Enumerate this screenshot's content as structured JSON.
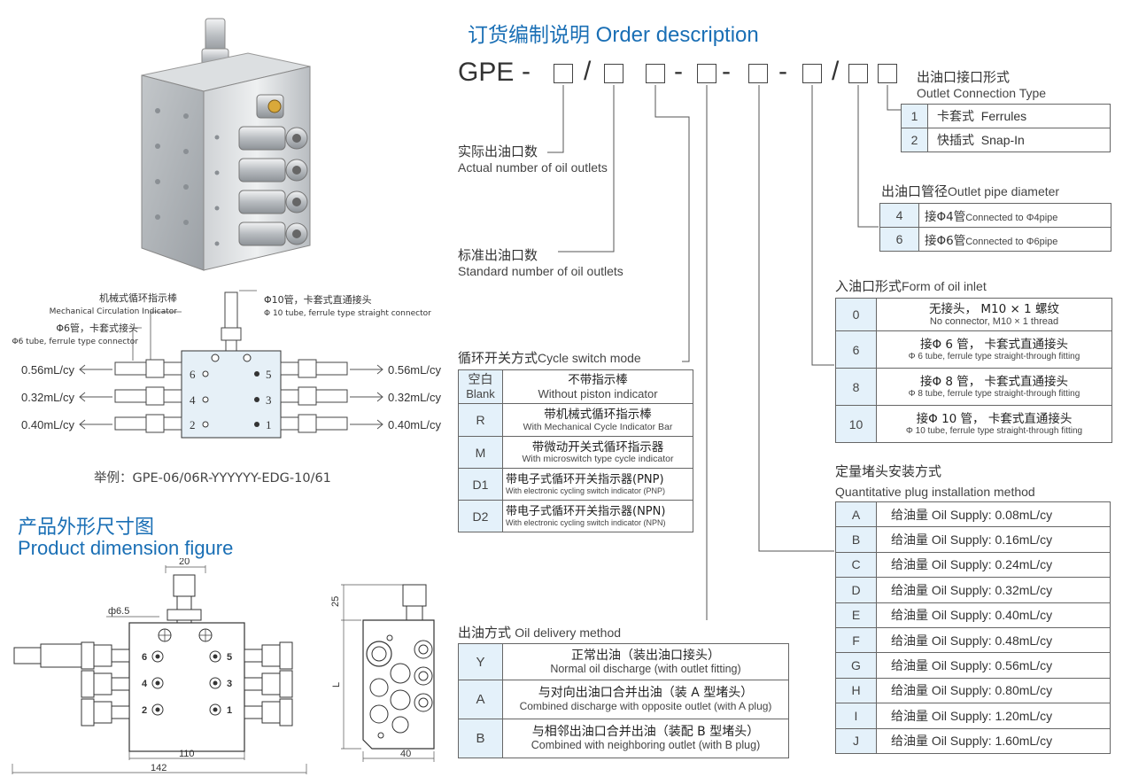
{
  "header": {
    "title_zh": "订货编制说明",
    "title_en": "Order description"
  },
  "code": {
    "prefix": "GPE",
    "dash": "-",
    "slash": "/"
  },
  "fields": {
    "actual_outlets": {
      "zh": "实际出油口数",
      "en": "Actual number of oil outlets"
    },
    "standard_outlets": {
      "zh": "标准出油口数",
      "en": "Standard number of oil outlets"
    }
  },
  "outlet_connection": {
    "zh": "出油口接口形式",
    "en": "Outlet Connection Type",
    "rows": [
      {
        "code": "1",
        "zh": "卡套式",
        "en": "Ferrules"
      },
      {
        "code": "2",
        "zh": "快插式",
        "en": "Snap-In"
      }
    ]
  },
  "outlet_pipe": {
    "zh": "出油口管径",
    "en": "Outlet pipe diameter",
    "rows": [
      {
        "code": "4",
        "zh": "接Φ4管",
        "en": "Connected to Φ4pipe"
      },
      {
        "code": "6",
        "zh": "接Φ6管",
        "en": "Connected to Φ6pipe"
      }
    ]
  },
  "inlet_form": {
    "zh": "入油口形式",
    "en": "Form of oil inlet",
    "rows": [
      {
        "code": "0",
        "zh": "无接头，  M10 × 1 螺纹",
        "en": "No connector, M10 × 1 thread"
      },
      {
        "code": "6",
        "zh": "接Φ 6 管， 卡套式直通接头",
        "en": "Φ 6 tube, ferrule type straight-through fitting"
      },
      {
        "code": "8",
        "zh": "接Φ 8 管， 卡套式直通接头",
        "en": "Φ 8 tube, ferrule type straight-through fitting"
      },
      {
        "code": "10",
        "zh": "接Φ 10 管， 卡套式直通接头",
        "en": "Φ 10 tube, ferrule type straight-through fitting"
      }
    ]
  },
  "plug_install": {
    "zh": "定量堵头安装方式",
    "en": "Quantitative plug installation method",
    "label_zh": "给油量",
    "label_en": "Oil Supply:",
    "rows": [
      {
        "code": "A",
        "value": "0.08mL/cy"
      },
      {
        "code": "B",
        "value": "0.16mL/cy"
      },
      {
        "code": "C",
        "value": "0.24mL/cy"
      },
      {
        "code": "D",
        "value": "0.32mL/cy"
      },
      {
        "code": "E",
        "value": "0.40mL/cy"
      },
      {
        "code": "F",
        "value": "0.48mL/cy"
      },
      {
        "code": "G",
        "value": "0.56mL/cy"
      },
      {
        "code": "H",
        "value": "0.80mL/cy"
      },
      {
        "code": "I",
        "value": "1.20mL/cy"
      },
      {
        "code": "J",
        "value": "1.60mL/cy"
      }
    ]
  },
  "cycle_switch": {
    "zh": "循环开关方式",
    "en": "Cycle switch mode",
    "rows": [
      {
        "code_zh": "空白",
        "code_en": "Blank",
        "zh": "不带指示棒",
        "en": "Without piston indicator"
      },
      {
        "code": "R",
        "zh": "带机械式循环指示棒",
        "en": "With Mechanical Cycle Indicator Bar"
      },
      {
        "code": "M",
        "zh": "带微动开关式循环指示器",
        "en": "With microswitch type cycle indicator"
      },
      {
        "code": "D1",
        "zh": "带电子式循环开关指示器(PNP)",
        "en": "With electronic cycling switch indicator (PNP)"
      },
      {
        "code": "D2",
        "zh": "带电子式循环开关指示器(NPN)",
        "en": "With electronic cycling switch indicator (NPN)"
      }
    ]
  },
  "delivery": {
    "zh": "出油方式",
    "en": "Oil delivery method",
    "rows": [
      {
        "code": "Y",
        "zh": "正常出油（装出油口接头）",
        "en": "Normal oil discharge (with outlet fitting)"
      },
      {
        "code": "A",
        "zh": "与对向出油口合并出油（装 A 型堵头）",
        "en": "Combined discharge with opposite outlet (with A plug)"
      },
      {
        "code": "B",
        "zh": "与相邻出油口合并出油（装配 B 型堵头）",
        "en": "Combined with neighboring outlet (with B plug)"
      }
    ]
  },
  "schematic": {
    "indicator_zh": "机械式循环指示棒",
    "indicator_en": "Mechanical Circulation Indicator",
    "tube6_zh": "Φ6管，卡套式接头",
    "tube6_en": "Φ6 tube, ferrule type connector",
    "tube10_zh": "Φ10管，卡套式直通接头",
    "tube10_en": "Φ 10 tube, ferrule type straight connector",
    "flows": [
      "0.56mL/cy",
      "0.32mL/cy",
      "0.40mL/cy"
    ],
    "ports_left": [
      "6",
      "4",
      "2"
    ],
    "ports_right": [
      "5",
      "3",
      "1"
    ]
  },
  "example": {
    "prefix": "举例：",
    "code": "GPE-06/06R-YYYYYY-EDG-10/61"
  },
  "dimension": {
    "title_zh": "产品外形尺寸图",
    "title_en": "Product dimension figure",
    "d20": "20",
    "d65": "ф6.5",
    "d110": "110",
    "d142": "142",
    "d25": "25",
    "dL": "L",
    "d40": "40",
    "ports_left": [
      "6",
      "4",
      "2"
    ],
    "ports_right": [
      "5",
      "3",
      "1"
    ]
  }
}
